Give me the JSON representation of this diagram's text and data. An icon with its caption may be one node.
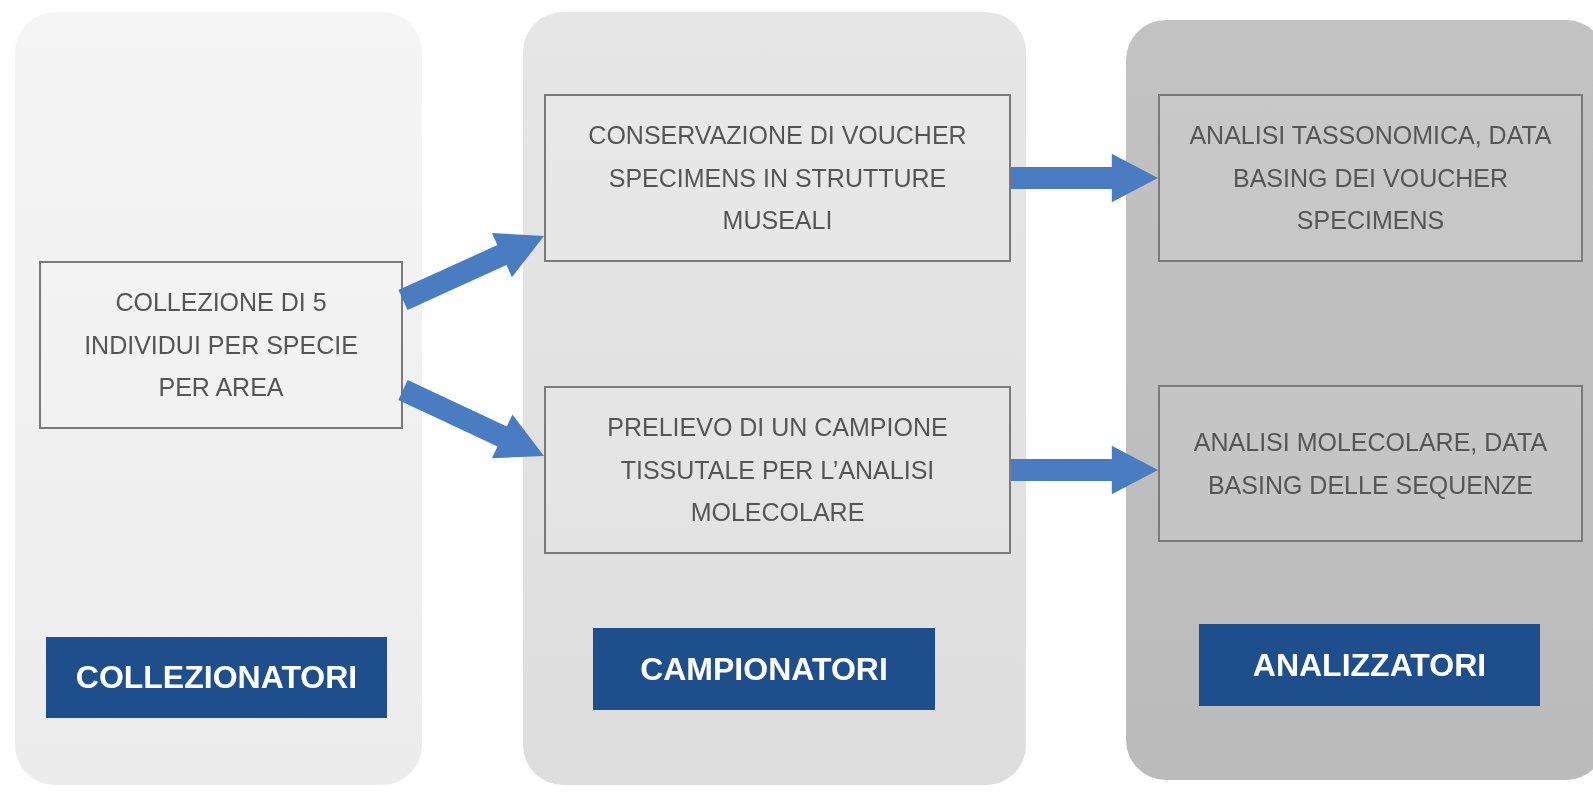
{
  "diagram": {
    "nodes": [
      {
        "text": [],
        "shape": "box"
      },
      {
        "text": [
          "COLLEZIONE DI 5 INDIVIDUI PER SPECIE PER AREA"
        ],
        "in": 0
      },
      {
        "text": [
          "COLLEZIONATORI"
        ],
        "in": 0
      },
      {
        "text": [],
        "shape": "box"
      },
      {
        "text": [
          "CONSERVAZIONE DI VOUCHER SPECIMENS IN STRUTTURE MUSEALI"
        ],
        "in": 3
      },
      {
        "text": [
          "PRELIEVO DI UN CAMPIONE TISSUTALE PER L’ANALISI MOLECOLARE"
        ],
        "in": 3
      },
      {
        "text": [
          "CAMPIONATORI"
        ],
        "in": 3
      },
      {
        "text": [],
        "shape": "box"
      },
      {
        "text": [
          "ANALISI TASSONOMICA, DATA BASING DEI VOUCHER SPECIMENS"
        ],
        "in": 7
      },
      {
        "text": [
          "ANALISI MOLECOLARE, DATA BASING DELLE SEQUENZE"
        ],
        "in": 7
      },
      {
        "text": [
          "ANALIZZATORI"
        ],
        "in": 7
      }
    ],
    "edges": [
      {
        "from": 1,
        "to": 4,
        "arrow": "to",
        "style": "thick"
      },
      {
        "from": 1,
        "to": 5,
        "arrow": "to",
        "style": "thick"
      },
      {
        "from": 4,
        "to": 8,
        "arrow": "to",
        "style": "thick"
      },
      {
        "from": 5,
        "to": 9,
        "arrow": "to",
        "style": "thick"
      }
    ]
  }
}
